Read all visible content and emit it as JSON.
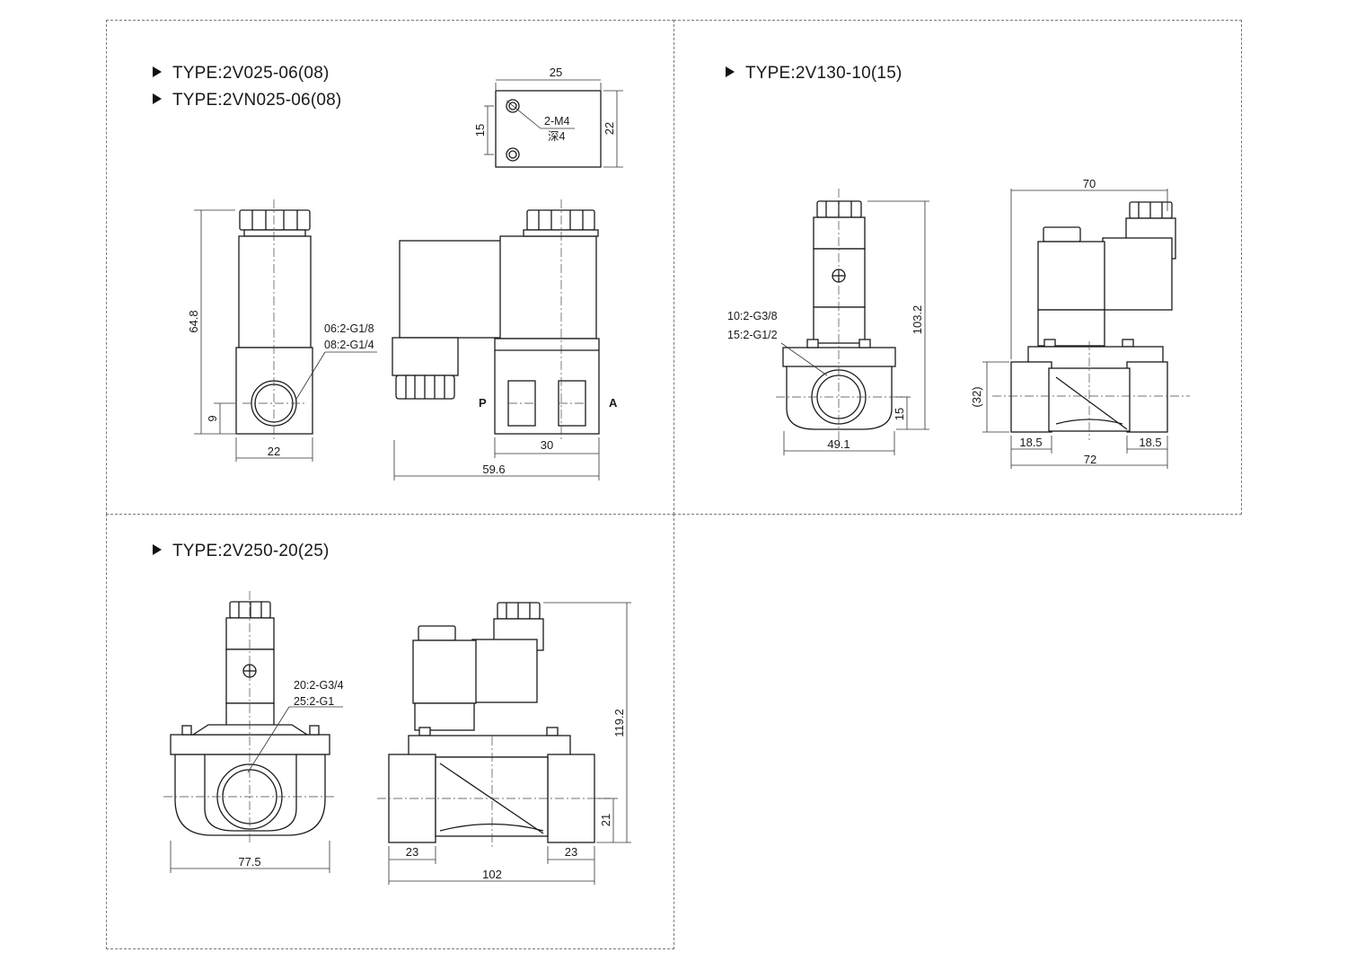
{
  "panels": {
    "small": {
      "types": [
        "TYPE:2V025-06(08)",
        "TYPE:2VN025-06(08)"
      ],
      "mount": {
        "width": "25",
        "height": "22",
        "spacing": "15",
        "thread": "2-M4",
        "depth": "深4"
      },
      "front": {
        "height": "64.8",
        "width": "22",
        "offset": "9",
        "ports_line1": "06:2-G1/8",
        "ports_line2": "08:2-G1/4"
      },
      "side": {
        "port_p": "P",
        "port_a": "A",
        "body_length": "30",
        "total_length": "59.6"
      }
    },
    "medium": {
      "type": "TYPE:2V130-10(15)",
      "front": {
        "height": "103.2",
        "width": "49.1",
        "offset": "15",
        "ports_line1": "10:2-G3/8",
        "ports_line2": "15:2-G1/2"
      },
      "side": {
        "top_width": "70",
        "body_height": "(32)",
        "thread_left": "18.5",
        "thread_right": "18.5",
        "total_length": "72"
      }
    },
    "large": {
      "type": "TYPE:2V250-20(25)",
      "front": {
        "width": "77.5",
        "ports_line1": "20:2-G3/4",
        "ports_line2": "25:2-G1"
      },
      "side": {
        "height": "119.2",
        "offset": "21",
        "thread_left": "23",
        "thread_right": "23",
        "total_length": "102"
      }
    }
  }
}
